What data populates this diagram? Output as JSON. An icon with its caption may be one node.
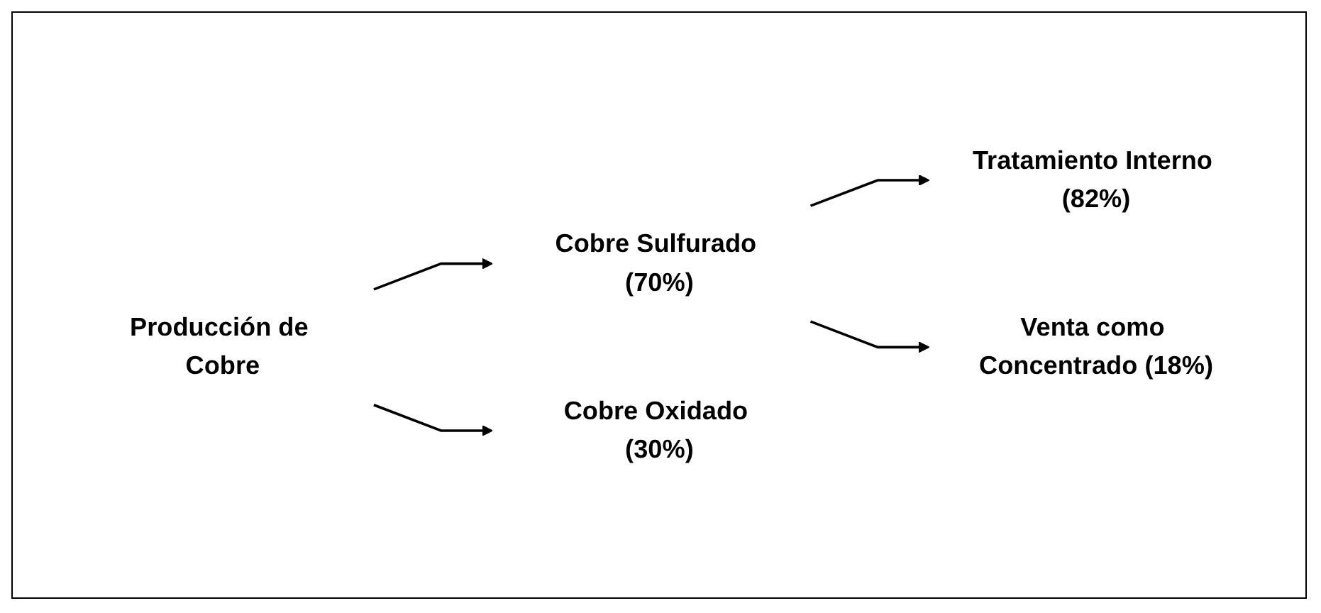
{
  "diagram": {
    "nodes": [
      {
        "text": [
          "Producción de Cobre"
        ]
      },
      {
        "text": [
          "Cobre Sulfurado (70%)"
        ]
      },
      {
        "text": [
          "Cobre Oxidado (30%)"
        ]
      },
      {
        "text": [
          "Tratamiento Interno (82%)"
        ]
      },
      {
        "text": [
          "Venta como Concentrado (18%)"
        ]
      }
    ],
    "edges": [
      {
        "from": 0,
        "to": 1,
        "arrow": "to"
      },
      {
        "from": 0,
        "to": 2,
        "arrow": "to"
      },
      {
        "from": 1,
        "to": 3,
        "arrow": "to"
      },
      {
        "from": 1,
        "to": 4,
        "arrow": "to"
      }
    ]
  }
}
